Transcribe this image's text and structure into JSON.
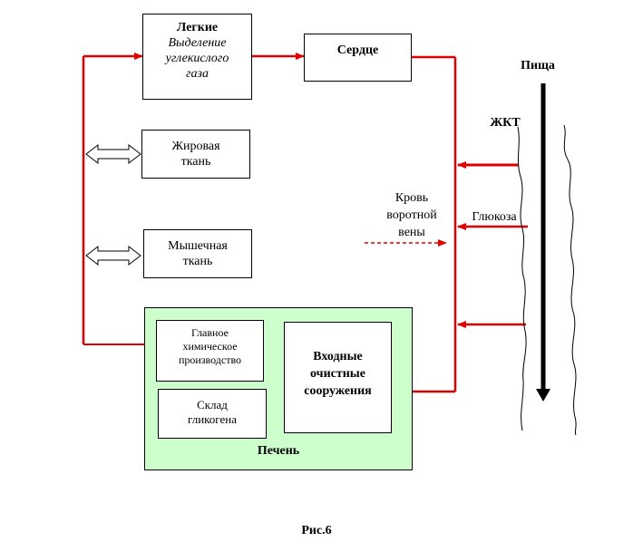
{
  "lungs": {
    "title": "Легкие",
    "subtitle_lines": [
      "Выделение",
      "углекислого",
      "газа"
    ]
  },
  "heart": {
    "title": "Сердце"
  },
  "fat": {
    "lines": [
      "Жировая",
      "ткань"
    ]
  },
  "muscle": {
    "lines": [
      "Мышечная",
      "ткань"
    ]
  },
  "liver": {
    "title": "Печень",
    "chem": {
      "lines": [
        "Главное",
        "химическое",
        "производство"
      ]
    },
    "glycogen": {
      "lines": [
        "Склад",
        "гликогена"
      ]
    },
    "intake": {
      "lines": [
        "Входные",
        "очистные",
        "сооружения"
      ]
    }
  },
  "labels": {
    "food": "Пища",
    "gut": "ЖКТ",
    "portal": [
      "Кровь",
      "воротной",
      "вены"
    ],
    "glucose": "Глюкоза"
  },
  "caption": "Рис.6",
  "colors": {
    "arrow": "#e00000",
    "liver_fill": "#ccffcc",
    "bidir": "#3366ff",
    "black": "#000000"
  }
}
